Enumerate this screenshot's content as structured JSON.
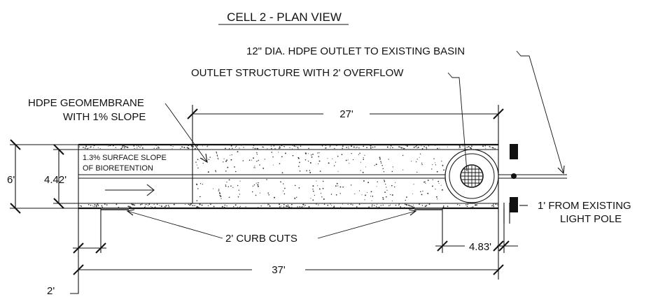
{
  "title": "CELL 2 - PLAN VIEW",
  "labels": {
    "outlet_pipe": "12\" DIA. HDPE OUTLET TO EXISTING BASIN",
    "outlet_structure": "OUTLET STRUCTURE WITH 2' OVERFLOW",
    "geomembrane_line1": "HDPE GEOMEMBRANE",
    "geomembrane_line2": "WITH 1% SLOPE",
    "surface_slope_line1": "1.3% SURFACE SLOPE",
    "surface_slope_line2": "OF BIORETENTION",
    "curb_cuts": "2' CURB CUTS",
    "light_pole_line1": "1' FROM EXISTING",
    "light_pole_line2": "LIGHT POLE"
  },
  "dimensions": {
    "top_length": "27'",
    "overall_width": "6'",
    "inner_width": "4.42'",
    "overall_length": "37'",
    "end_offset": "4.83'",
    "curb_cut_width": "2'"
  },
  "colors": {
    "ink": "#111111",
    "background": "#ffffff"
  }
}
